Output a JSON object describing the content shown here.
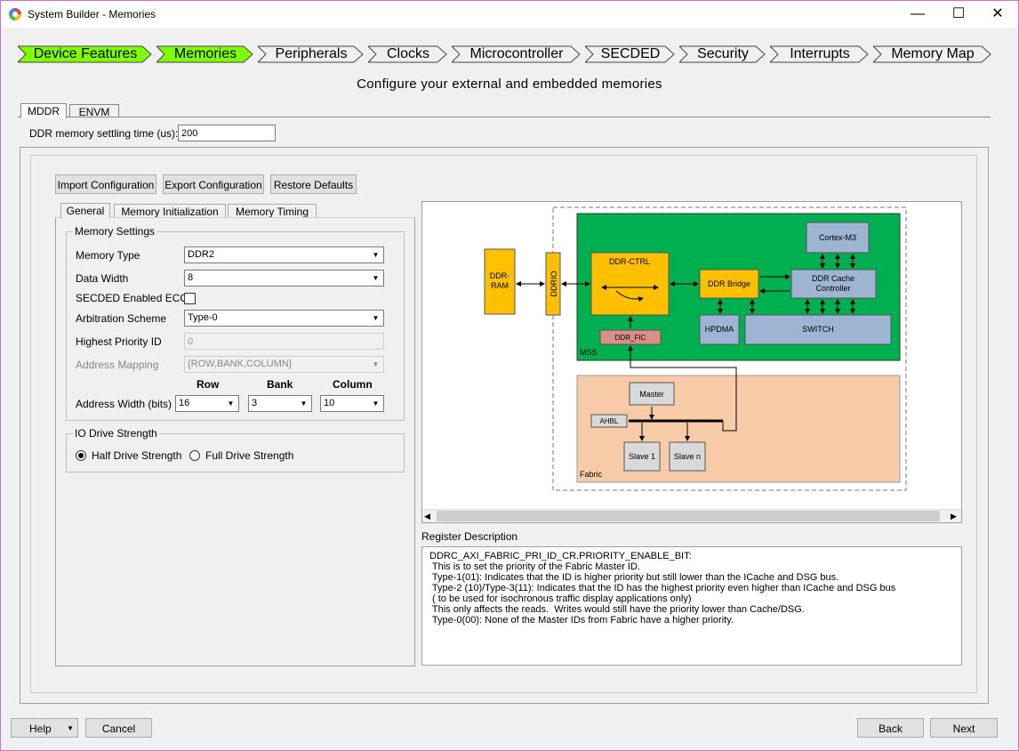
{
  "window": {
    "title": "System Builder - Memories"
  },
  "steps": [
    {
      "label": "Device Features",
      "done": true
    },
    {
      "label": "Memories",
      "active": true
    },
    {
      "label": "Peripherals"
    },
    {
      "label": "Clocks"
    },
    {
      "label": "Microcontroller"
    },
    {
      "label": "SECDED"
    },
    {
      "label": "Security"
    },
    {
      "label": "Interrupts"
    },
    {
      "label": "Memory Map"
    }
  ],
  "subtitle": "Configure your external and embedded memories",
  "outer_tabs": [
    "MDDR",
    "ENVM"
  ],
  "settling": {
    "label": "DDR memory settling time (us):",
    "value": "200"
  },
  "toolbar": {
    "import": "Import Configuration",
    "export": "Export Configuration",
    "restore": "Restore Defaults"
  },
  "inner_tabs": [
    "General",
    "Memory Initialization",
    "Memory Timing"
  ],
  "memory_settings": {
    "title": "Memory Settings",
    "memory_type_label": "Memory Type",
    "memory_type": "DDR2",
    "data_width_label": "Data Width",
    "data_width": "8",
    "secded_label": "SECDED Enabled ECC",
    "arbitration_label": "Arbitration Scheme",
    "arbitration": "Type-0",
    "priority_label": "Highest Priority ID",
    "priority": "0",
    "mapping_label": "Address Mapping",
    "mapping": "{ROW,BANK,COLUMN}",
    "col_row": "Row",
    "col_bank": "Bank",
    "col_column": "Column",
    "addr_width_label": "Address Width (bits)",
    "row": "16",
    "bank": "3",
    "column": "10"
  },
  "io_drive": {
    "title": "IO Drive Strength",
    "half": "Half Drive Strength",
    "full": "Full Drive Strength"
  },
  "diagram": {
    "ddr_ram": [
      "DDR-",
      "RAM"
    ],
    "ddrio": "DDRIO",
    "ddr_ctrl": "DDR-CTRL",
    "ddr_fic": "DDR_FIC",
    "ddr_bridge": "DDR Bridge",
    "cortex": "Cortex-M3",
    "cache": [
      "DDR Cache",
      "Controller"
    ],
    "hpdma": "HPDMA",
    "switch": "SWITCH",
    "mss": "MSS",
    "master": "Master",
    "ahbl": "AHBL",
    "slave1": "Slave 1",
    "slaven": "Slave n",
    "fabric": "Fabric"
  },
  "register": {
    "label": "Register Description",
    "lines": [
      "DDRC_AXI_FABRIC_PRI_ID_CR.PRIORITY_ENABLE_BIT:",
      " This is to set the priority of the Fabric Master ID.",
      " Type-1(01): Indicates that the ID is higher priority but still lower than the ICache and DSG bus.",
      " Type-2 (10)/Type-3(11): Indicates that the ID has the highest priority even higher than ICache and DSG bus",
      " ( to be used for isochronous traffic display applications only)",
      " This only affects the reads.  Writes would still have the priority lower than Cache/DSG.",
      " Type-0(00): None of the Master IDs from Fabric have a higher priority."
    ]
  },
  "footer": {
    "help": "Help",
    "cancel": "Cancel",
    "back": "Back",
    "next": "Next"
  },
  "colors": {
    "step_active": "#7fff00",
    "mss": "#00b050",
    "fabric": "#f8cba8",
    "ctrl": "#ffc000",
    "blue_block": "#9db4d3"
  }
}
